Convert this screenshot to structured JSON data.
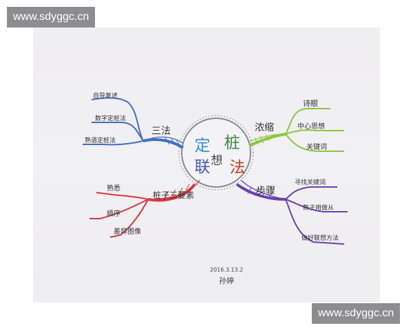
{
  "watermarks": {
    "top": "www.sdyggc.cn",
    "bottom": "www.sdyggc.cn"
  },
  "center": {
    "chars": [
      "定",
      "桩",
      "联",
      "想",
      "法"
    ]
  },
  "branches": {
    "left_top": {
      "topic": "三法",
      "color": "#3d6fc4",
      "items": [
        "自导复述",
        "数字定桩法",
        "熟语定桩法"
      ]
    },
    "right_top": {
      "topic": "浓缩",
      "color": "#8cc63f",
      "items": [
        "诗眼",
        "中心思想",
        "关键词"
      ]
    },
    "left_bottom": {
      "topic": "桩子三要素",
      "color": "#d9363e",
      "items": [
        "熟悉",
        "顺序",
        "差异图像"
      ]
    },
    "right_bottom": {
      "topic": "步骤",
      "color": "#6a3fb0",
      "items": [
        "寻找关键词",
        "熟子用做从",
        "做好联想方法"
      ]
    }
  },
  "signature": {
    "date": "2016.3.13.2",
    "name": "孙婷"
  },
  "colors": {
    "paper": "#f0eff1",
    "ink": "#333333",
    "circle_outline": "#8a8a8a",
    "center_ding": "#3a8fd0",
    "center_zhuang": "#2f8f3a",
    "center_lian": "#4a58b8",
    "center_xiang": "#444444",
    "center_fa": "#d2381f"
  }
}
